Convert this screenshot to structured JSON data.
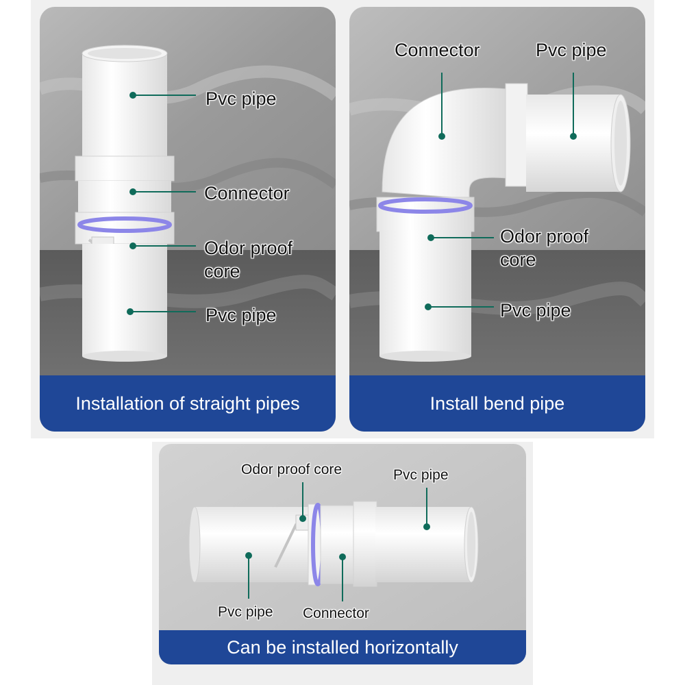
{
  "panels": {
    "straight": {
      "banner": "Installation of straight pipes",
      "labels": {
        "pipe_top": "Pvc pipe",
        "connector": "Connector",
        "core": "Odor proof core",
        "pipe_bottom": "Pvc pipe"
      }
    },
    "bend": {
      "banner": "Install bend pipe",
      "labels": {
        "connector": "Connector",
        "pipe_right": "Pvc pipe",
        "core": "Odor proof core",
        "pipe_bottom": "Pvc pipe"
      }
    },
    "horizontal": {
      "banner": "Can be installed horizontally",
      "labels": {
        "core": "Odor proof core",
        "pipe_right": "Pvc pipe",
        "pipe_left": "Pvc pipe",
        "connector": "Connector"
      }
    }
  },
  "colors": {
    "banner": "#1f4797",
    "callout": "#0f6b5a",
    "seal_ring": "#8c86e8"
  }
}
